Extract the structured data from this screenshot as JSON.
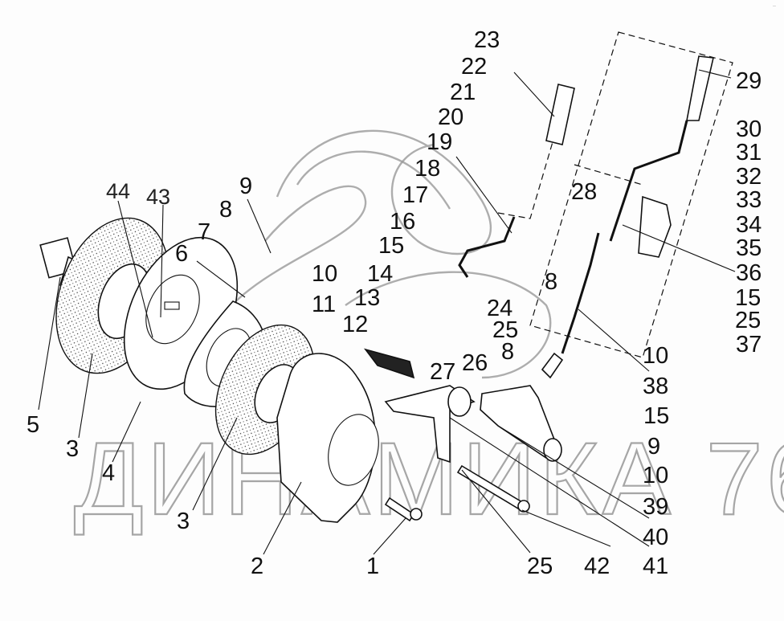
{
  "diagram": {
    "title": "Exploded view: brake assembly with linkage",
    "watermark": "ДИНАМИКА 76",
    "corner_mark": "·· ",
    "callouts": [
      {
        "id": "c1",
        "label": "1"
      },
      {
        "id": "c2",
        "label": "2"
      },
      {
        "id": "c3a",
        "label": "3"
      },
      {
        "id": "c3b",
        "label": "3"
      },
      {
        "id": "c4",
        "label": "4"
      },
      {
        "id": "c5",
        "label": "5"
      },
      {
        "id": "c6",
        "label": "6"
      },
      {
        "id": "c7",
        "label": "7"
      },
      {
        "id": "c8a",
        "label": "8"
      },
      {
        "id": "c8b",
        "label": "8"
      },
      {
        "id": "c8c",
        "label": "8"
      },
      {
        "id": "c9a",
        "label": "9"
      },
      {
        "id": "c9b",
        "label": "9"
      },
      {
        "id": "c10a",
        "label": "10"
      },
      {
        "id": "c10b",
        "label": "10"
      },
      {
        "id": "c10c",
        "label": "10"
      },
      {
        "id": "c11",
        "label": "11"
      },
      {
        "id": "c12",
        "label": "12"
      },
      {
        "id": "c13",
        "label": "13"
      },
      {
        "id": "c14",
        "label": "14"
      },
      {
        "id": "c15a",
        "label": "15"
      },
      {
        "id": "c15b",
        "label": "15"
      },
      {
        "id": "c15c",
        "label": "15"
      },
      {
        "id": "c16",
        "label": "16"
      },
      {
        "id": "c17",
        "label": "17"
      },
      {
        "id": "c18",
        "label": "18"
      },
      {
        "id": "c19",
        "label": "19"
      },
      {
        "id": "c20",
        "label": "20"
      },
      {
        "id": "c21",
        "label": "21"
      },
      {
        "id": "c22",
        "label": "22"
      },
      {
        "id": "c23",
        "label": "23"
      },
      {
        "id": "c24",
        "label": "24"
      },
      {
        "id": "c25a",
        "label": "25"
      },
      {
        "id": "c25b",
        "label": "25"
      },
      {
        "id": "c25c",
        "label": "25"
      },
      {
        "id": "c26",
        "label": "26"
      },
      {
        "id": "c27",
        "label": "27"
      },
      {
        "id": "c28",
        "label": "28"
      },
      {
        "id": "c29",
        "label": "29"
      },
      {
        "id": "c30",
        "label": "30"
      },
      {
        "id": "c31",
        "label": "31"
      },
      {
        "id": "c32",
        "label": "32"
      },
      {
        "id": "c33",
        "label": "33"
      },
      {
        "id": "c34",
        "label": "34"
      },
      {
        "id": "c35",
        "label": "35"
      },
      {
        "id": "c36",
        "label": "36"
      },
      {
        "id": "c37",
        "label": "37"
      },
      {
        "id": "c38",
        "label": "38"
      },
      {
        "id": "c39",
        "label": "39"
      },
      {
        "id": "c40",
        "label": "40"
      },
      {
        "id": "c41",
        "label": "41"
      },
      {
        "id": "c42",
        "label": "42"
      },
      {
        "id": "c43",
        "label": "43"
      },
      {
        "id": "c44",
        "label": "44"
      }
    ]
  }
}
